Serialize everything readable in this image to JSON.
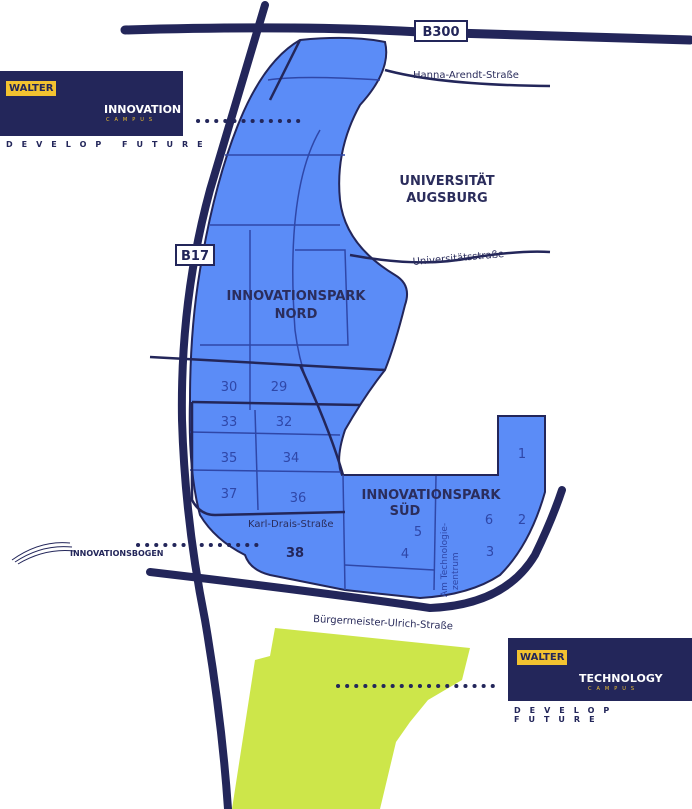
{
  "colors": {
    "park": "#5b8cf7",
    "road": "#23265a",
    "green": "#cde64a",
    "badge": "#f2c230"
  },
  "roads": {
    "b300": "B300",
    "b17": "B17"
  },
  "streets": {
    "hanna": "Hanna-Arendt-Straße",
    "uni": "Universitätsstraße",
    "karl": "Karl-Drais-Straße",
    "buerger": "Bürgermeister-Ulrich-Straße",
    "tech_line1": "Am Technologie-",
    "tech_line2": "zentrum"
  },
  "areas": {
    "uni_line1": "UNIVERSITÄT",
    "uni_line2": "AUGSBURG",
    "nord_line1": "INNOVATIONSPARK",
    "nord_line2": "NORD",
    "sued_line1": "INNOVATIONSPARK",
    "sued_line2": "SÜD"
  },
  "plots": [
    "30",
    "29",
    "33",
    "32",
    "35",
    "34",
    "37",
    "36",
    "38",
    "1",
    "2",
    "3",
    "4",
    "5",
    "6"
  ],
  "logos": {
    "innovation": {
      "brand": "WALTER",
      "title": "INNOVATION",
      "sub": "CAMPUS",
      "tagline": "DEVELOP FUTURE"
    },
    "technology": {
      "brand": "WALTER",
      "title": "TECHNOLOGY",
      "sub": "CAMPUS",
      "tagline": "DEVELOP FUTURE"
    },
    "bogen": {
      "title": "INNOVATIONSBOGEN"
    }
  }
}
